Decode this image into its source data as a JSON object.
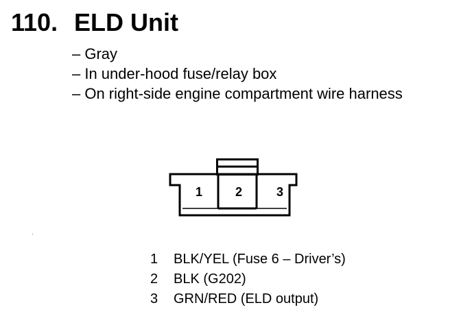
{
  "heading": {
    "number": "110.",
    "title": "ELD Unit"
  },
  "description": [
    "– Gray",
    "– In under-hood fuse/relay box",
    "– On right-side engine compartment wire harness"
  ],
  "connector": {
    "terminals": [
      "1",
      "2",
      "3"
    ]
  },
  "pins": [
    {
      "number": "1",
      "desc": "BLK/YEL (Fuse 6 – Driver’s)"
    },
    {
      "number": "2",
      "desc": "BLK (G202)"
    },
    {
      "number": "3",
      "desc": "GRN/RED (ELD output)"
    }
  ]
}
